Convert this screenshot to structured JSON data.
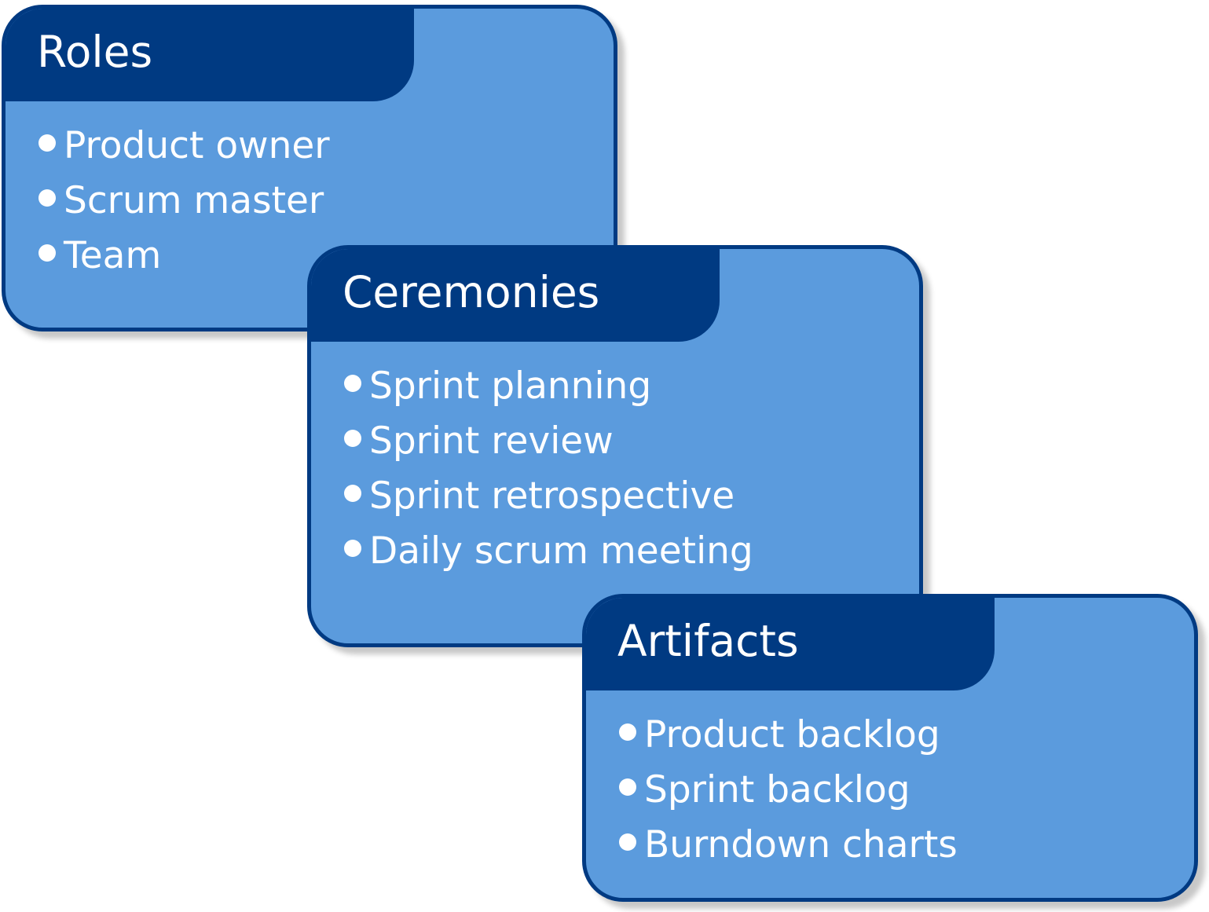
{
  "cards": [
    {
      "title": "Roles",
      "items": [
        "Product owner",
        "Scrum master",
        "Team"
      ]
    },
    {
      "title": "Ceremonies",
      "items": [
        "Sprint planning",
        "Sprint review",
        "Sprint retrospective",
        "Daily scrum meeting"
      ]
    },
    {
      "title": "Artifacts",
      "items": [
        "Product backlog",
        "Sprint backlog",
        "Burndown charts"
      ]
    }
  ],
  "colors": {
    "header": "#003a82",
    "body": "#5b9bdd",
    "text": "#ffffff"
  }
}
